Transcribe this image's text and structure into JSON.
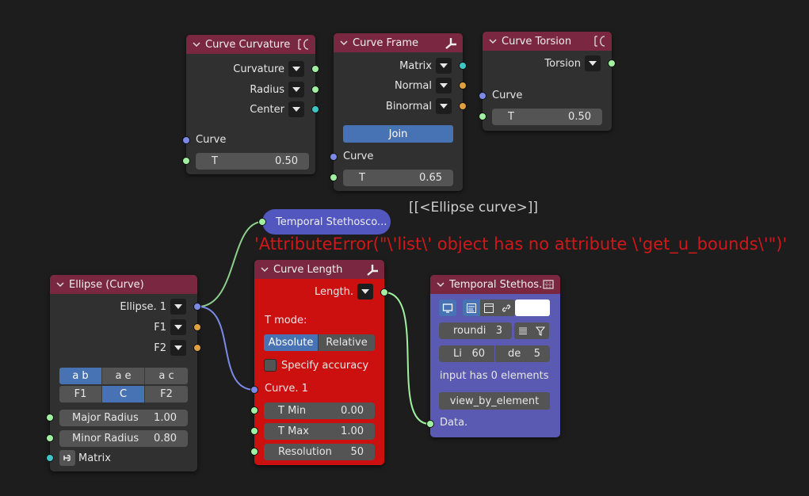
{
  "colors": {
    "canvas_bg": "#1d1d1d",
    "node_bg": "#303030",
    "header_curve": "#7a2841",
    "header_frame": "#7a2841",
    "header_ellipse": "#7a2841",
    "curve_length_bg": "#cc1010",
    "curve_length_header": "#7a2841",
    "stethoscope_bg": "#5a5ab3",
    "stethoscope_header": "#7a2841",
    "accent_blue": "#4772b3",
    "error_red": "#d01818",
    "wire_green": "#a1f0a1",
    "wire_blue": "#7b8ae6"
  },
  "nodes": {
    "curve_curvature": {
      "title": "Curve Curvature",
      "outputs": [
        {
          "label": "Curvature",
          "socket": "green"
        },
        {
          "label": "Radius",
          "socket": "green"
        },
        {
          "label": "Center",
          "socket": "cyan"
        }
      ],
      "inputs": [
        {
          "label": "Curve",
          "socket": "blue"
        },
        {
          "label": "T",
          "value": "0.50",
          "socket": "green"
        }
      ]
    },
    "curve_frame": {
      "title": "Curve Frame",
      "outputs": [
        {
          "label": "Matrix",
          "socket": "cyan"
        },
        {
          "label": "Normal",
          "socket": "orange"
        },
        {
          "label": "Binormal",
          "socket": "orange"
        }
      ],
      "join_label": "Join",
      "inputs": [
        {
          "label": "Curve",
          "socket": "blue"
        },
        {
          "label": "T",
          "value": "0.65",
          "socket": "green"
        }
      ]
    },
    "curve_torsion": {
      "title": "Curve Torsion",
      "outputs": [
        {
          "label": "Torsion",
          "socket": "green"
        }
      ],
      "inputs": [
        {
          "label": "Curve",
          "socket": "blue"
        },
        {
          "label": "T",
          "value": "0.50",
          "socket": "green"
        }
      ]
    },
    "ellipse_curve": {
      "title": "Ellipse (Curve)",
      "outputs": [
        {
          "label": "Ellipse. 1",
          "socket": "blue"
        },
        {
          "label": "F1",
          "socket": "orange"
        },
        {
          "label": "F2",
          "socket": "orange"
        }
      ],
      "mode_row1": [
        {
          "label": "a b",
          "active": true
        },
        {
          "label": "a e",
          "active": false
        },
        {
          "label": "a c",
          "active": false
        }
      ],
      "mode_row2": [
        {
          "label": "F1",
          "active": false
        },
        {
          "label": "C",
          "active": true
        },
        {
          "label": "F2",
          "active": false
        }
      ],
      "inputs": [
        {
          "label": "Major Radius",
          "value": "1.00",
          "socket": "green"
        },
        {
          "label": "Minor Radius",
          "value": "0.80",
          "socket": "green"
        },
        {
          "label": "Matrix",
          "socket": "cyan"
        }
      ]
    },
    "curve_length": {
      "title": "Curve Length",
      "outputs": [
        {
          "label": "Length.",
          "socket": "green"
        }
      ],
      "t_mode_label": "T mode:",
      "t_mode_options": [
        {
          "label": "Absolute",
          "active": true
        },
        {
          "label": "Relative",
          "active": false
        }
      ],
      "specify_accuracy_label": "Specify accuracy",
      "specify_accuracy_checked": false,
      "inputs": [
        {
          "label": "Curve. 1",
          "socket": "blue"
        },
        {
          "label": "T Min",
          "value": "0.00",
          "socket": "green"
        },
        {
          "label": "T Max",
          "value": "1.00",
          "socket": "green"
        },
        {
          "label": "Resolution",
          "value": "50",
          "socket": "green"
        }
      ]
    },
    "temporal_stethoscope_node": {
      "title": "Temporal Stethos...",
      "rounding_label": "roundi",
      "rounding_value": "3",
      "li_label": "Li",
      "li_value": "60",
      "de_label": "de",
      "de_value": "5",
      "status_text": "input has 0 elements",
      "view_button_label": "view_by_element",
      "inputs": [
        {
          "label": "Data.",
          "socket": "green"
        }
      ]
    },
    "temporal_stethoscope_reroute": {
      "title": "Temporal Stethosco..."
    }
  },
  "overlay": {
    "data_text": "[[<Ellipse curve>]]",
    "error_text": "'AttributeError(\"\\'list\\' object has no attribute \\'get_u_bounds\\'\")'"
  }
}
